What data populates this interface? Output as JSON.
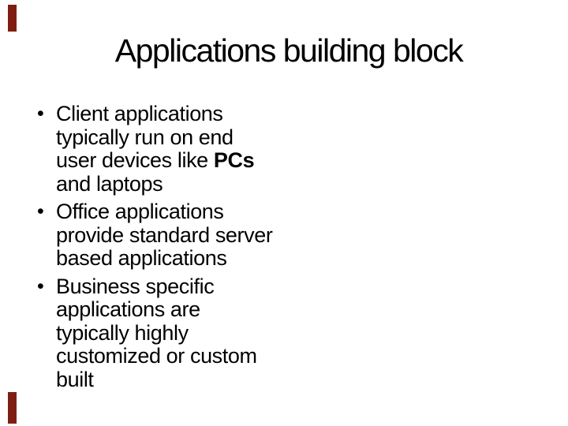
{
  "slide": {
    "title": "Applications building block",
    "bullet_char": "•",
    "accent_color": "#7E1E12",
    "text_color": "#000000",
    "background_color": "#FFFFFF",
    "bullets": [
      {
        "text": "Client applications typically run on end user devices like PCs and laptops",
        "lines": [
          "Client applications",
          "typically run on end",
          {
            "pre": "user devices like ",
            "em": "PCs"
          },
          "and laptops"
        ]
      },
      {
        "text": "Office applications provide standard server based applications",
        "lines": [
          "Office applications",
          "provide standard server",
          "based applications"
        ]
      },
      {
        "text": "Business specific applications are typically highly customized or custom built",
        "lines": [
          "Business specific",
          "applications are",
          "typically highly",
          "customized or custom",
          "built"
        ]
      }
    ]
  }
}
